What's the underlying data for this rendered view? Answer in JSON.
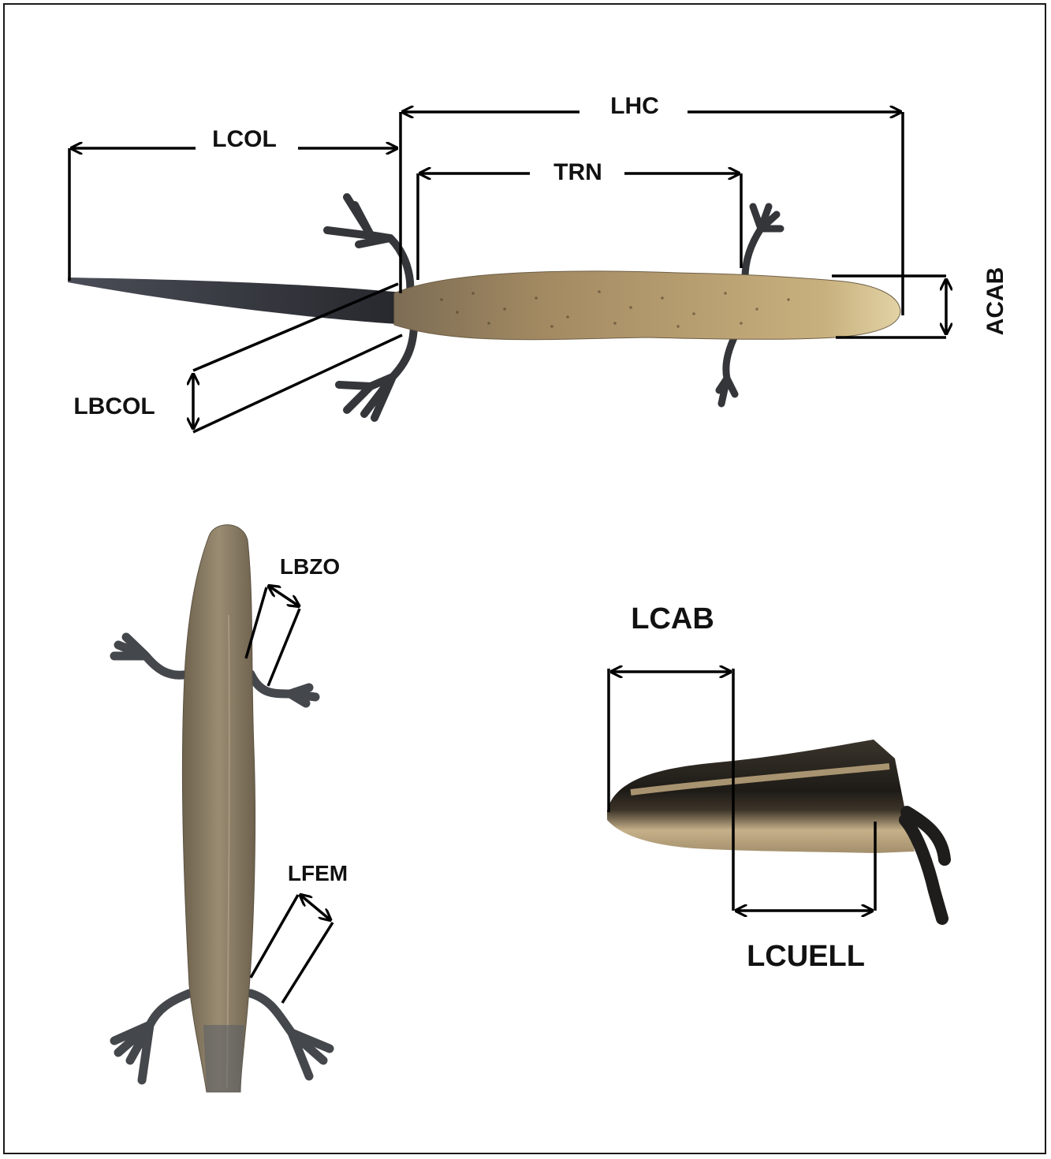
{
  "labels": {
    "lhc": "LHC",
    "lcol": "LCOL",
    "trn": "TRN",
    "acab": "ACAB",
    "lbcol": "LBCOL",
    "lbzo": "LBZO",
    "lfem": "LFEM",
    "lcab": "LCAB",
    "lcuell": "LCUELL"
  },
  "colors": {
    "lizard_body": "#a08a64",
    "lizard_head": "#d8c797",
    "tail": "#2e2f36",
    "limbs": "#3a3c40",
    "dorsal": "#8d8066",
    "head_dark": "#2a2620",
    "head_stripe": "#b7a17a",
    "line": "#000000"
  }
}
